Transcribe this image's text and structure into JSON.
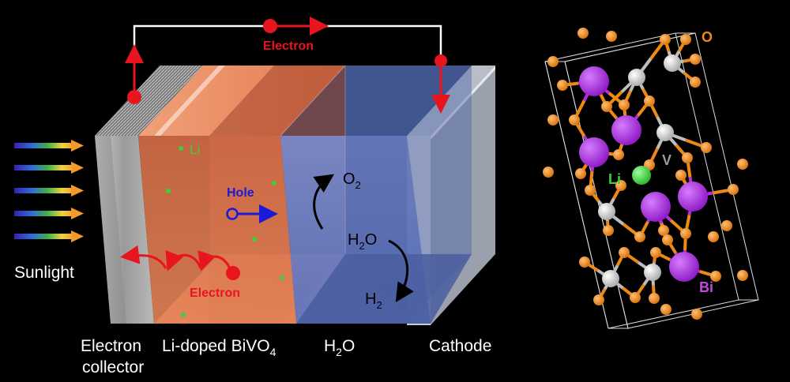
{
  "labels": {
    "circuit_electron": "Electron",
    "sunlight": "Sunlight",
    "hole": "Hole",
    "li_dot": "Li",
    "inner_electron": "Electron",
    "o2_main": "O",
    "o2_sub": "2",
    "h2o_center": "H",
    "h2o_sub": "2",
    "h2o_tail": "O",
    "h2_main": "H",
    "h2_sub": "2",
    "bottom": {
      "collector_line1": "Electron",
      "collector_line2": "collector",
      "bivo4_main": "Li-doped BiVO",
      "bivo4_sub": "4",
      "h2o_main": "H",
      "h2o_sub": "2",
      "h2o_tail": "O",
      "cathode": "Cathode"
    },
    "crystal": {
      "o": "O",
      "v": "V",
      "li": "Li",
      "bi": "Bi"
    }
  },
  "colors": {
    "electron": "#e8141e",
    "hole": "#1a1ad8",
    "li": "#3cd13c",
    "oxygen": "#ee8a12",
    "bismuth": "#a52ad9",
    "vanadium": "#cfcfcf",
    "bivo4": "#e2734a",
    "water": "#5a78b4",
    "cathode": "#c7ccd6"
  }
}
